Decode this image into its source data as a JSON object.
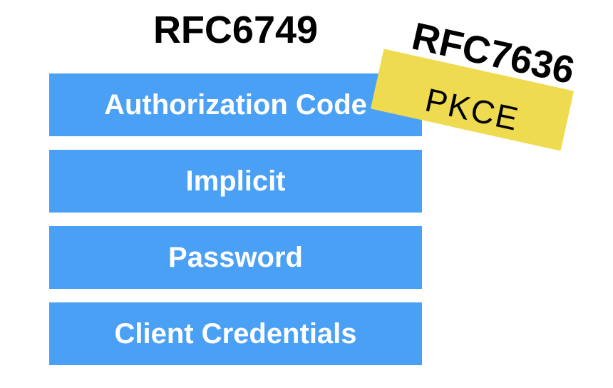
{
  "canvas": {
    "background": "#FFFFFF"
  },
  "title": {
    "text": "RFC6749",
    "color": "#000000"
  },
  "bars": {
    "fill_color": "#4AA0F5",
    "text_color": "#FFFFFF",
    "items": [
      {
        "label": "Authorization Code"
      },
      {
        "label": "Implicit"
      },
      {
        "label": "Password"
      },
      {
        "label": "Client Credentials"
      }
    ]
  },
  "sticker": {
    "title": "RFC7636",
    "label": "PKCE",
    "background": "#EFDB4F",
    "text_color": "#000000",
    "rotation_deg": 12.5
  }
}
